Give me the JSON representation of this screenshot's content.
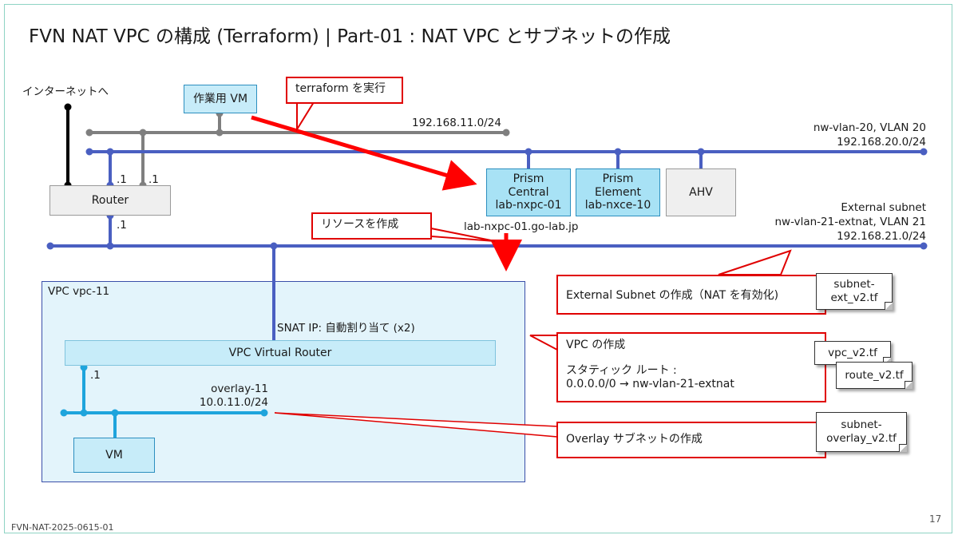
{
  "title": "FVN NAT VPC の構成 (Terraform) | Part-01 : NAT VPC とサブネットの作成",
  "internet_label": "インターネットへ",
  "work_vm": {
    "label": "作業用 VM"
  },
  "terraform_callout": "terraform を実行",
  "resource_callout": "リソースを作成",
  "mgmt_net": {
    "cidr": "192.168.11.0/24"
  },
  "vlan20": {
    "name": "nw-vlan-20, VLAN 20",
    "cidr": "192.168.20.0/24"
  },
  "router": {
    "label": "Router",
    "if_a": ".1",
    "if_b": ".1",
    "if_c": ".1"
  },
  "prism_central": {
    "line1": "Prism",
    "line2": "Central",
    "line3": "lab-nxpc-01"
  },
  "prism_element": {
    "line1": "Prism",
    "line2": "Element",
    "line3": "lab-nxce-10"
  },
  "ahv": {
    "label": "AHV"
  },
  "pc_fqdn": "lab-nxpc-01.go-lab.jp",
  "external_subnet": {
    "title": "External subnet",
    "name": "nw-vlan-21-extnat, VLAN 21",
    "cidr": "192.168.21.0/24"
  },
  "vpc": {
    "name": "VPC vpc-11",
    "snat": "SNAT IP: 自動割り当て (x2)",
    "router_label": "VPC Virtual Router",
    "gw_if": ".1",
    "overlay_name": "overlay-11",
    "overlay_cidr": "10.0.11.0/24",
    "vm_label": "VM"
  },
  "callouts": {
    "ext_subnet": "External Subnet の作成（NAT を有効化)",
    "vpc_title": "VPC の作成",
    "static_route_label": "スタティック ルート :",
    "static_route_value": "0.0.0.0/0 → nw-vlan-21-extnat",
    "overlay": "Overlay サブネットの作成"
  },
  "files": {
    "subnet_ext_1": "subnet-",
    "subnet_ext_2": "ext_v2.tf",
    "vpc": "vpc_v2.tf",
    "route": "route_v2.tf",
    "subnet_overlay_1": "subnet-",
    "subnet_overlay_2": "overlay_v2.tf"
  },
  "colors": {
    "vlan": "#4a5fc1",
    "mgmt": "#7f7f7f",
    "overlay": "#1ea4dc",
    "callout": "#e00000",
    "internet": "#000000"
  },
  "footer": "FVN-NAT-2025-0615-01",
  "page_number": "17"
}
